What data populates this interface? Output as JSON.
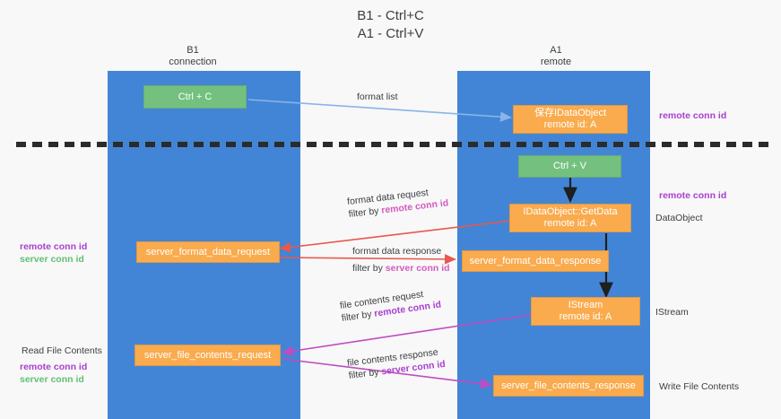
{
  "title": {
    "line1": "B1 - Ctrl+C",
    "line2": "A1 - Ctrl+V"
  },
  "columns": [
    {
      "name": "B1",
      "role": "connection"
    },
    {
      "name": "A1",
      "role": "remote"
    }
  ],
  "boxes": {
    "ctrl_c": {
      "line1": "Ctrl + C",
      "line2": "",
      "color": "#74c17f"
    },
    "save_idataobject": {
      "line1": "保存IDataObject",
      "line2": "remote id: A",
      "color": "#f9ab4e"
    },
    "ctrl_v": {
      "line1": "Ctrl + V",
      "line2": "",
      "color": "#74c17f"
    },
    "getdata": {
      "line1": "IDataObject::GetData",
      "line2": "remote id: A",
      "color": "#f9ab4e"
    },
    "fmt_request": {
      "line1": "server_format_data_request",
      "line2": "",
      "color": "#f9ab4e"
    },
    "fmt_response": {
      "line1": "server_format_data_response",
      "line2": "",
      "color": "#f9ab4e"
    },
    "istream": {
      "line1": "IStream",
      "line2": "remote id: A",
      "color": "#f9ab4e"
    },
    "file_request": {
      "line1": "server_file_contents_request",
      "line2": "",
      "color": "#f9ab4e"
    },
    "file_response": {
      "line1": "server_file_contents_response",
      "line2": "",
      "color": "#f9ab4e"
    }
  },
  "captions": {
    "format_list": "format list",
    "fmt_req_line1": "format data request",
    "fmt_req_filter": "filter by ",
    "fmt_req_filter_key": "remote conn id",
    "fmt_res_line1": "format data response",
    "fmt_res_filter": "filter by ",
    "fmt_res_filter_key": "server conn id",
    "file_req_line1": "file contents request",
    "file_req_filter": "filter by ",
    "file_req_filter_key": "remote conn id",
    "file_res_line1": "file contents response",
    "file_res_filter": "filter by ",
    "file_res_filter_key": "server conn id"
  },
  "right_labels": {
    "remote_conn_id_1": "remote conn id",
    "remote_conn_id_2": "remote conn id",
    "dataobject": "DataObject",
    "istream": "IStream",
    "write_file_contents": "Write File Contents"
  },
  "left_labels": {
    "remote_conn_id": "remote conn id",
    "server_conn_id": "server conn id",
    "read_file_contents": "Read File Contents",
    "remote_conn_id_2": "remote conn id",
    "server_conn_id_2": "server conn id"
  },
  "colors": {
    "lane": "#4285d6",
    "green_box": "#74c17f",
    "orange_box": "#f9ab4e",
    "purple": "#a83fd0",
    "green_text": "#63bf77",
    "pink": "#d45bbf",
    "red_arrow": "#e8584f",
    "blue_arrow": "#8ab4e8",
    "magenta_arrow": "#c14bc1",
    "divider": "#2b2b2b",
    "background": "#f8f8f8"
  }
}
